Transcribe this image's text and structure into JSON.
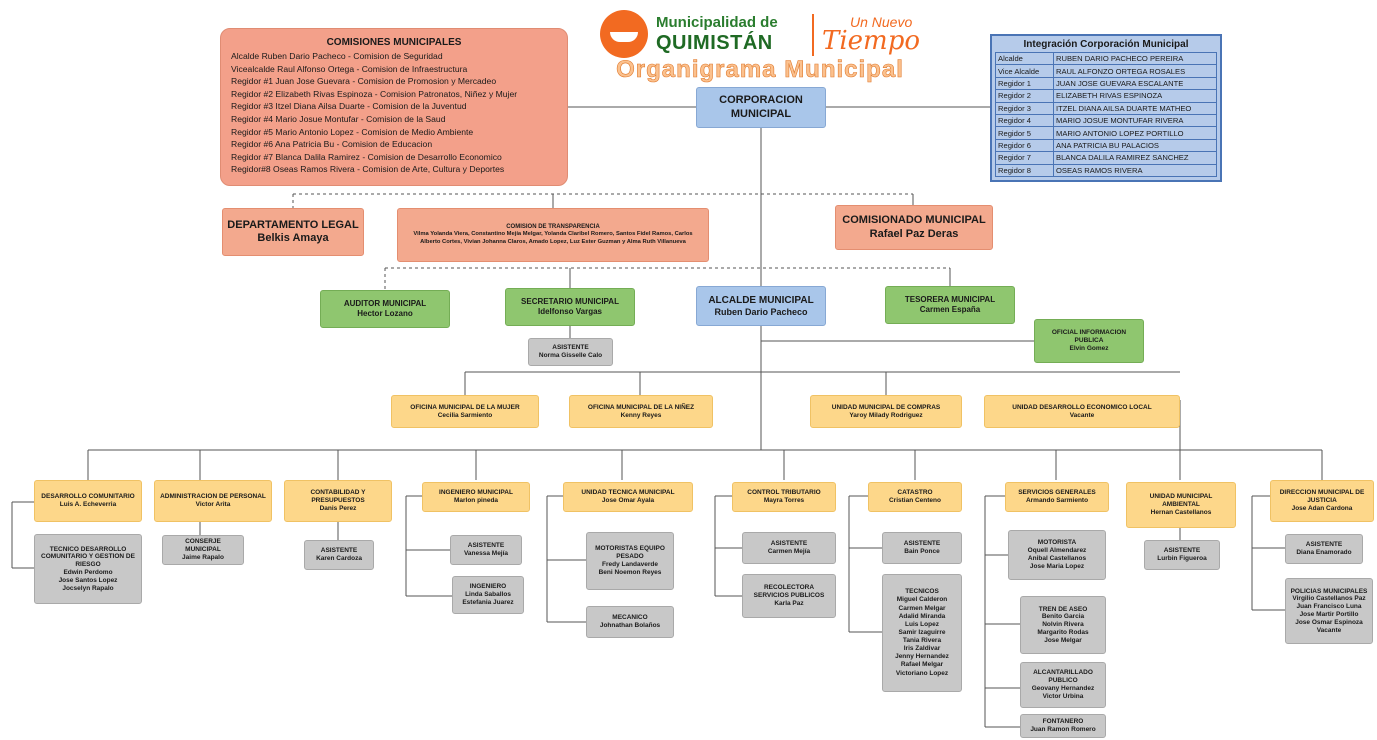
{
  "header": {
    "logo_line1": "Municipalidad de",
    "logo_line2": "QUIMISTÁN",
    "tagline_1": "Un Nuevo",
    "tagline_2": "Tiempo",
    "title": "Organigrama Municipal"
  },
  "comisiones": {
    "title": "COMISIONES MUNICIPALES",
    "items": [
      "Alcalde Ruben Dario Pacheco - Comision de Seguridad",
      "Vicealcalde Raul Alfonso Ortega - Comision de Infraestructura",
      "Regidor #1 Juan Jose Guevara - Comision de Promosion y Mercadeo",
      "Regidor #2 Elizabeth Rivas Espinoza - Comision Patronatos, Niñez y Mujer",
      "Regidor #3 Itzel Diana Ailsa Duarte - Comision de la Juventud",
      "Regidor #4 Mario Josue Montufar - Comision de la Saud",
      "Regidor #5 Mario Antonio Lopez - Comision de Medio Ambiente",
      "Regidor #6 Ana Patricia Bu - Comision de Educacion",
      "Regidor #7 Blanca Dalila Ramirez - Comision de Desarrollo Economico",
      "Regidor#8 Oseas Ramos Rivera - Comision de Arte, Cultura y Deportes"
    ]
  },
  "integracion": {
    "title": "Integración Corporación Municipal",
    "rows": [
      {
        "role": "Alcalde",
        "name": "RUBEN DARIO PACHECO PEREIRA"
      },
      {
        "role": "Vice Alcalde",
        "name": "RAUL ALFONZO ORTEGA ROSALES"
      },
      {
        "role": "Regidor 1",
        "name": "JUAN JOSE GUEVARA ESCALANTE"
      },
      {
        "role": "Regidor 2",
        "name": "ELIZABETH RIVAS ESPINOZA"
      },
      {
        "role": "Regidor 3",
        "name": "ITZEL DIANA AILSA DUARTE MATHEO"
      },
      {
        "role": "Regidor 4",
        "name": "MARIO JOSUE MONTUFAR RIVERA"
      },
      {
        "role": "Regidor 5",
        "name": "MARIO ANTONIO LOPEZ PORTILLO"
      },
      {
        "role": "Regidor 6",
        "name": "ANA PATRICIA BU PALACIOS"
      },
      {
        "role": "Regidor 7",
        "name": "BLANCA DALILA RAMIREZ SANCHEZ"
      },
      {
        "role": "Regidor 8",
        "name": "OSEAS RAMOS RIVERA"
      }
    ]
  },
  "nodes": {
    "corporacion": {
      "title": "CORPORACION MUNICIPAL"
    },
    "legal": {
      "title": "DEPARTAMENTO LEGAL",
      "name": "Belkis Amaya"
    },
    "transparencia": {
      "title": "COMISION DE TRANSPARENCIA",
      "name": "Vilma Yolanda Viera, Constantino Mejía Melgar, Yolanda Claribel Romero, Santos Fidel Ramos, Carlos Alberto Cortes, Vivian Johanna Claros, Amado Lopez, Luz Ester Guzman y Alma Ruth Villanueva"
    },
    "comisionado": {
      "title": "COMISIONADO MUNICIPAL",
      "name": "Rafael Paz Deras"
    },
    "auditor": {
      "title": "AUDITOR MUNICIPAL",
      "name": "Hector Lozano"
    },
    "secretario": {
      "title": "SECRETARIO MUNICIPAL",
      "name": "Idelfonso Vargas"
    },
    "secretario_asist": {
      "title": "ASISTENTE",
      "name": "Norma Gisselle Calo"
    },
    "alcalde": {
      "title": "ALCALDE MUNICIPAL",
      "name": "Ruben Dario Pacheco"
    },
    "tesorera": {
      "title": "TESORERA MUNICIPAL",
      "name": "Carmen España"
    },
    "oficial": {
      "title": "OFICIAL INFORMACION PUBLICA",
      "name": "Elvin Gomez"
    },
    "mujer": {
      "title": "OFICINA MUNICIPAL DE LA MUJER",
      "name": "Cecilia Sarmiento"
    },
    "ninez": {
      "title": "OFICINA MUNICIPAL DE LA NIÑEZ",
      "name": "Kenny Reyes"
    },
    "compras": {
      "title": "UNIDAD MUNICIPAL DE COMPRAS",
      "name": "Yaroy Milady Rodriguez"
    },
    "udel": {
      "title": "UNIDAD DESARROLLO ECONOMICO LOCAL",
      "name": "Vacante"
    },
    "desarrollo": {
      "title": "DESARROLLO COMUNITARIO",
      "name": "Luis A. Echeverria"
    },
    "desarrollo_tec": {
      "title": "TECNICO DESARROLLO COMUNITARIO Y GESTION DE RIESGO",
      "members": [
        "Edwin Perdomo",
        "Jose Santos Lopez",
        "Jocselyn Rapalo"
      ]
    },
    "administracion": {
      "title": "ADMINISTRACION DE PERSONAL",
      "name": "Victor Arita"
    },
    "conserje": {
      "title": "CONSERJE MUNICIPAL",
      "name": "Jaime Rapalo"
    },
    "contabilidad": {
      "title": "CONTABILIDAD Y PRESUPUESTOS",
      "name": "Danis Perez"
    },
    "contabilidad_asist": {
      "title": "ASISTENTE",
      "name": "Karen Cardoza"
    },
    "ingeniero": {
      "title": "INGENIERO MUNICIPAL",
      "name": "Marlon pineda"
    },
    "ingeniero_asist": {
      "title": "ASISTENTE",
      "name": "Vanessa Mejía"
    },
    "ingeniero_ing": {
      "title": "INGENIERO",
      "members": [
        "Linda Saballos",
        "Estefania Juarez"
      ]
    },
    "tecnica": {
      "title": "UNIDAD TECNICA MUNICIPAL",
      "name": "Jose Omar Ayala"
    },
    "motoristas": {
      "title": "MOTORISTAS EQUIPO PESADO",
      "members": [
        "Fredy Landaverde",
        "Beni Noemon Reyes"
      ]
    },
    "mecanico": {
      "title": "MECANICO",
      "name": "Johnathan Bolaños"
    },
    "control": {
      "title": "CONTROL TRIBUTARIO",
      "name": "Mayra Torres"
    },
    "control_asist": {
      "title": "ASISTENTE",
      "name": "Carmen Mejía"
    },
    "recolectora": {
      "title": "RECOLECTORA SERVICIOS PUBLICOS",
      "name": "Karla Paz"
    },
    "catastro": {
      "title": "CATASTRO",
      "name": "Cristian Centeno"
    },
    "catastro_asist": {
      "title": "ASISTENTE",
      "name": "Bain Ponce"
    },
    "tecnicos": {
      "title": "TECNICOS",
      "members": [
        "Miguel Calderon",
        "Carmen Melgar",
        "Adalid Miranda",
        "Luis Lopez",
        "Samir Izaguirre",
        "Tania Rivera",
        "Iris Zaldivar",
        "Jenny Hernandez",
        "Rafael Melgar",
        "Victoriano Lopez"
      ]
    },
    "servicios": {
      "title": "SERVICIOS GENERALES",
      "name": "Armando Sarmiento"
    },
    "motorista": {
      "title": "MOTORISTA",
      "members": [
        "Oquell Almendarez",
        "Anibal Castellanos",
        "Jose Maria Lopez"
      ]
    },
    "aseo": {
      "title": "TREN DE ASEO",
      "members": [
        "Benito Garcia",
        "Nolvin Rivera",
        "Margarito Rodas",
        "Jose Melgar"
      ]
    },
    "alcantarillado": {
      "title": "ALCANTARILLADO PUBLICO",
      "members": [
        "Geovany Hernandez",
        "Victor Urbina"
      ]
    },
    "fontanero": {
      "title": "FONTANERO",
      "name": "Juan Ramon Romero"
    },
    "ambiental": {
      "title": "UNIDAD MUNICIPAL AMBIENTAL",
      "name": "Hernan Castellanos"
    },
    "ambiental_asist": {
      "title": "ASISTENTE",
      "name": "Lurbin Figueroa"
    },
    "justicia": {
      "title": "DIRECCION MUNICIPAL DE JUSTICIA",
      "name": "Jose Adan Cardona"
    },
    "justicia_asist": {
      "title": "ASISTENTE",
      "name": "Diana Enamorado"
    },
    "policias": {
      "title": "POLICIAS MUNICIPALES",
      "members": [
        "Virgilio Castellanos Paz",
        "Juan Francisco Luna",
        "Jose Martir Portillo",
        "Jose Osmar Espinoza",
        "Vacante"
      ]
    }
  },
  "colors": {
    "corporacion": "#a9c6ea",
    "comisiones": "#f3a98e",
    "direccion": "#8fc66f",
    "oficinas": "#fdd78a",
    "personal": "#c8c8c8",
    "lineas": "#555555"
  }
}
